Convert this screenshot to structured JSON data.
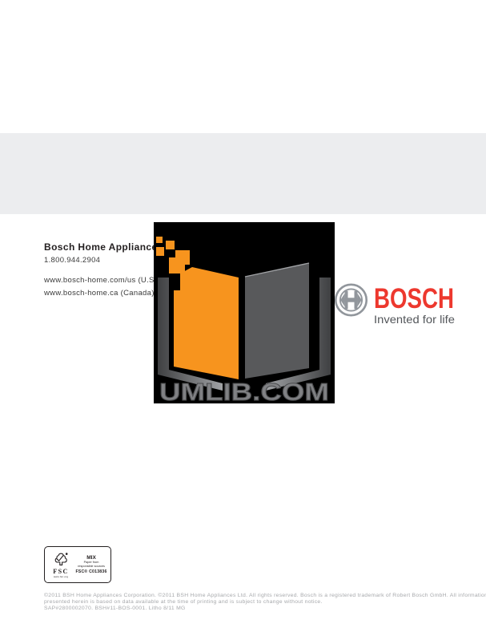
{
  "brand_band": {
    "bg_color": "#ECEDEF",
    "wordmark": "BOSCH",
    "wordmark_color": "#ED382E",
    "tagline": "Invented for life",
    "tagline_color": "#53565A",
    "icon": "bosch-armature-icon",
    "icon_color": "#91969C"
  },
  "contact": {
    "title": "Bosch Home Appliances",
    "phone": "1.800.944.2904",
    "website_us": "www.bosch-home.com/us (U.S.)",
    "website_ca": "www.bosch-home.ca (Canada)"
  },
  "book_logo": {
    "bg_color": "#000000",
    "page_left_color": "#F7941E",
    "page_right_color": "#58595B",
    "cover_color": "#6A6B6E",
    "watermark_text": "UMLIB.COM",
    "watermark_color": "#808184"
  },
  "fsc": {
    "icon": "fsc-tree-icon",
    "acronym": "FSC",
    "url": "www.fsc.org",
    "mix": "MIX",
    "desc_line1": "Paper from",
    "desc_line2": "responsible sources",
    "code": "FSC® C013836"
  },
  "footer": {
    "text_color": "#A7A9AC",
    "line1": "©2011 BSH Home Appliances Corporation. ©2011 BSH Home Appliances Ltd. All rights reserved. Bosch is a registered trademark of Robert Bosch GmbH. All information",
    "line2": "presented herein is based on data available at the time of printing and is subject to change without notice.",
    "line3": "SAP#2800002070. BSH#11-BOS-0001. Litho 8/11 MG"
  }
}
